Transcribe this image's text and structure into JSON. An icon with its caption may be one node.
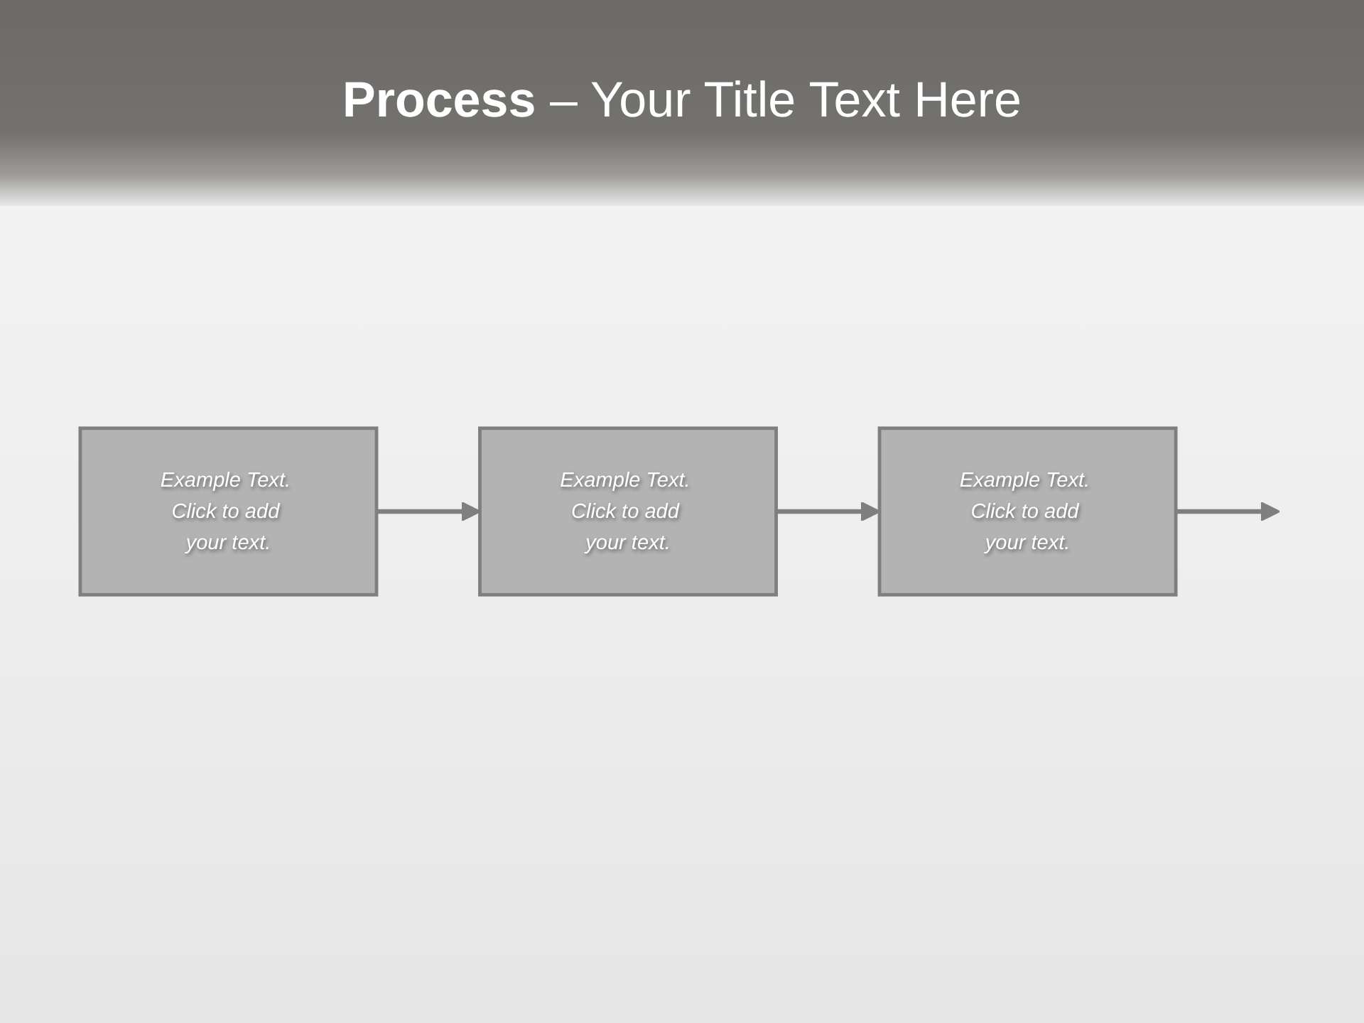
{
  "diagram": {
    "title": "**Process** – Your Title Text Here",
    "nodes": [
      {
        "text": [
          "Example Text. Click to add your text."
        ]
      },
      {
        "text": [
          "Example Text. Click to add your text."
        ]
      },
      {
        "text": [
          "Example Text. Click to add your text."
        ]
      }
    ],
    "edges": [
      {
        "from": 0,
        "to": 1,
        "arrow": "to"
      },
      {
        "from": 1,
        "to": 2,
        "arrow": "to"
      },
      {
        "from": 2,
        "to": null,
        "arrow": "to"
      }
    ]
  }
}
